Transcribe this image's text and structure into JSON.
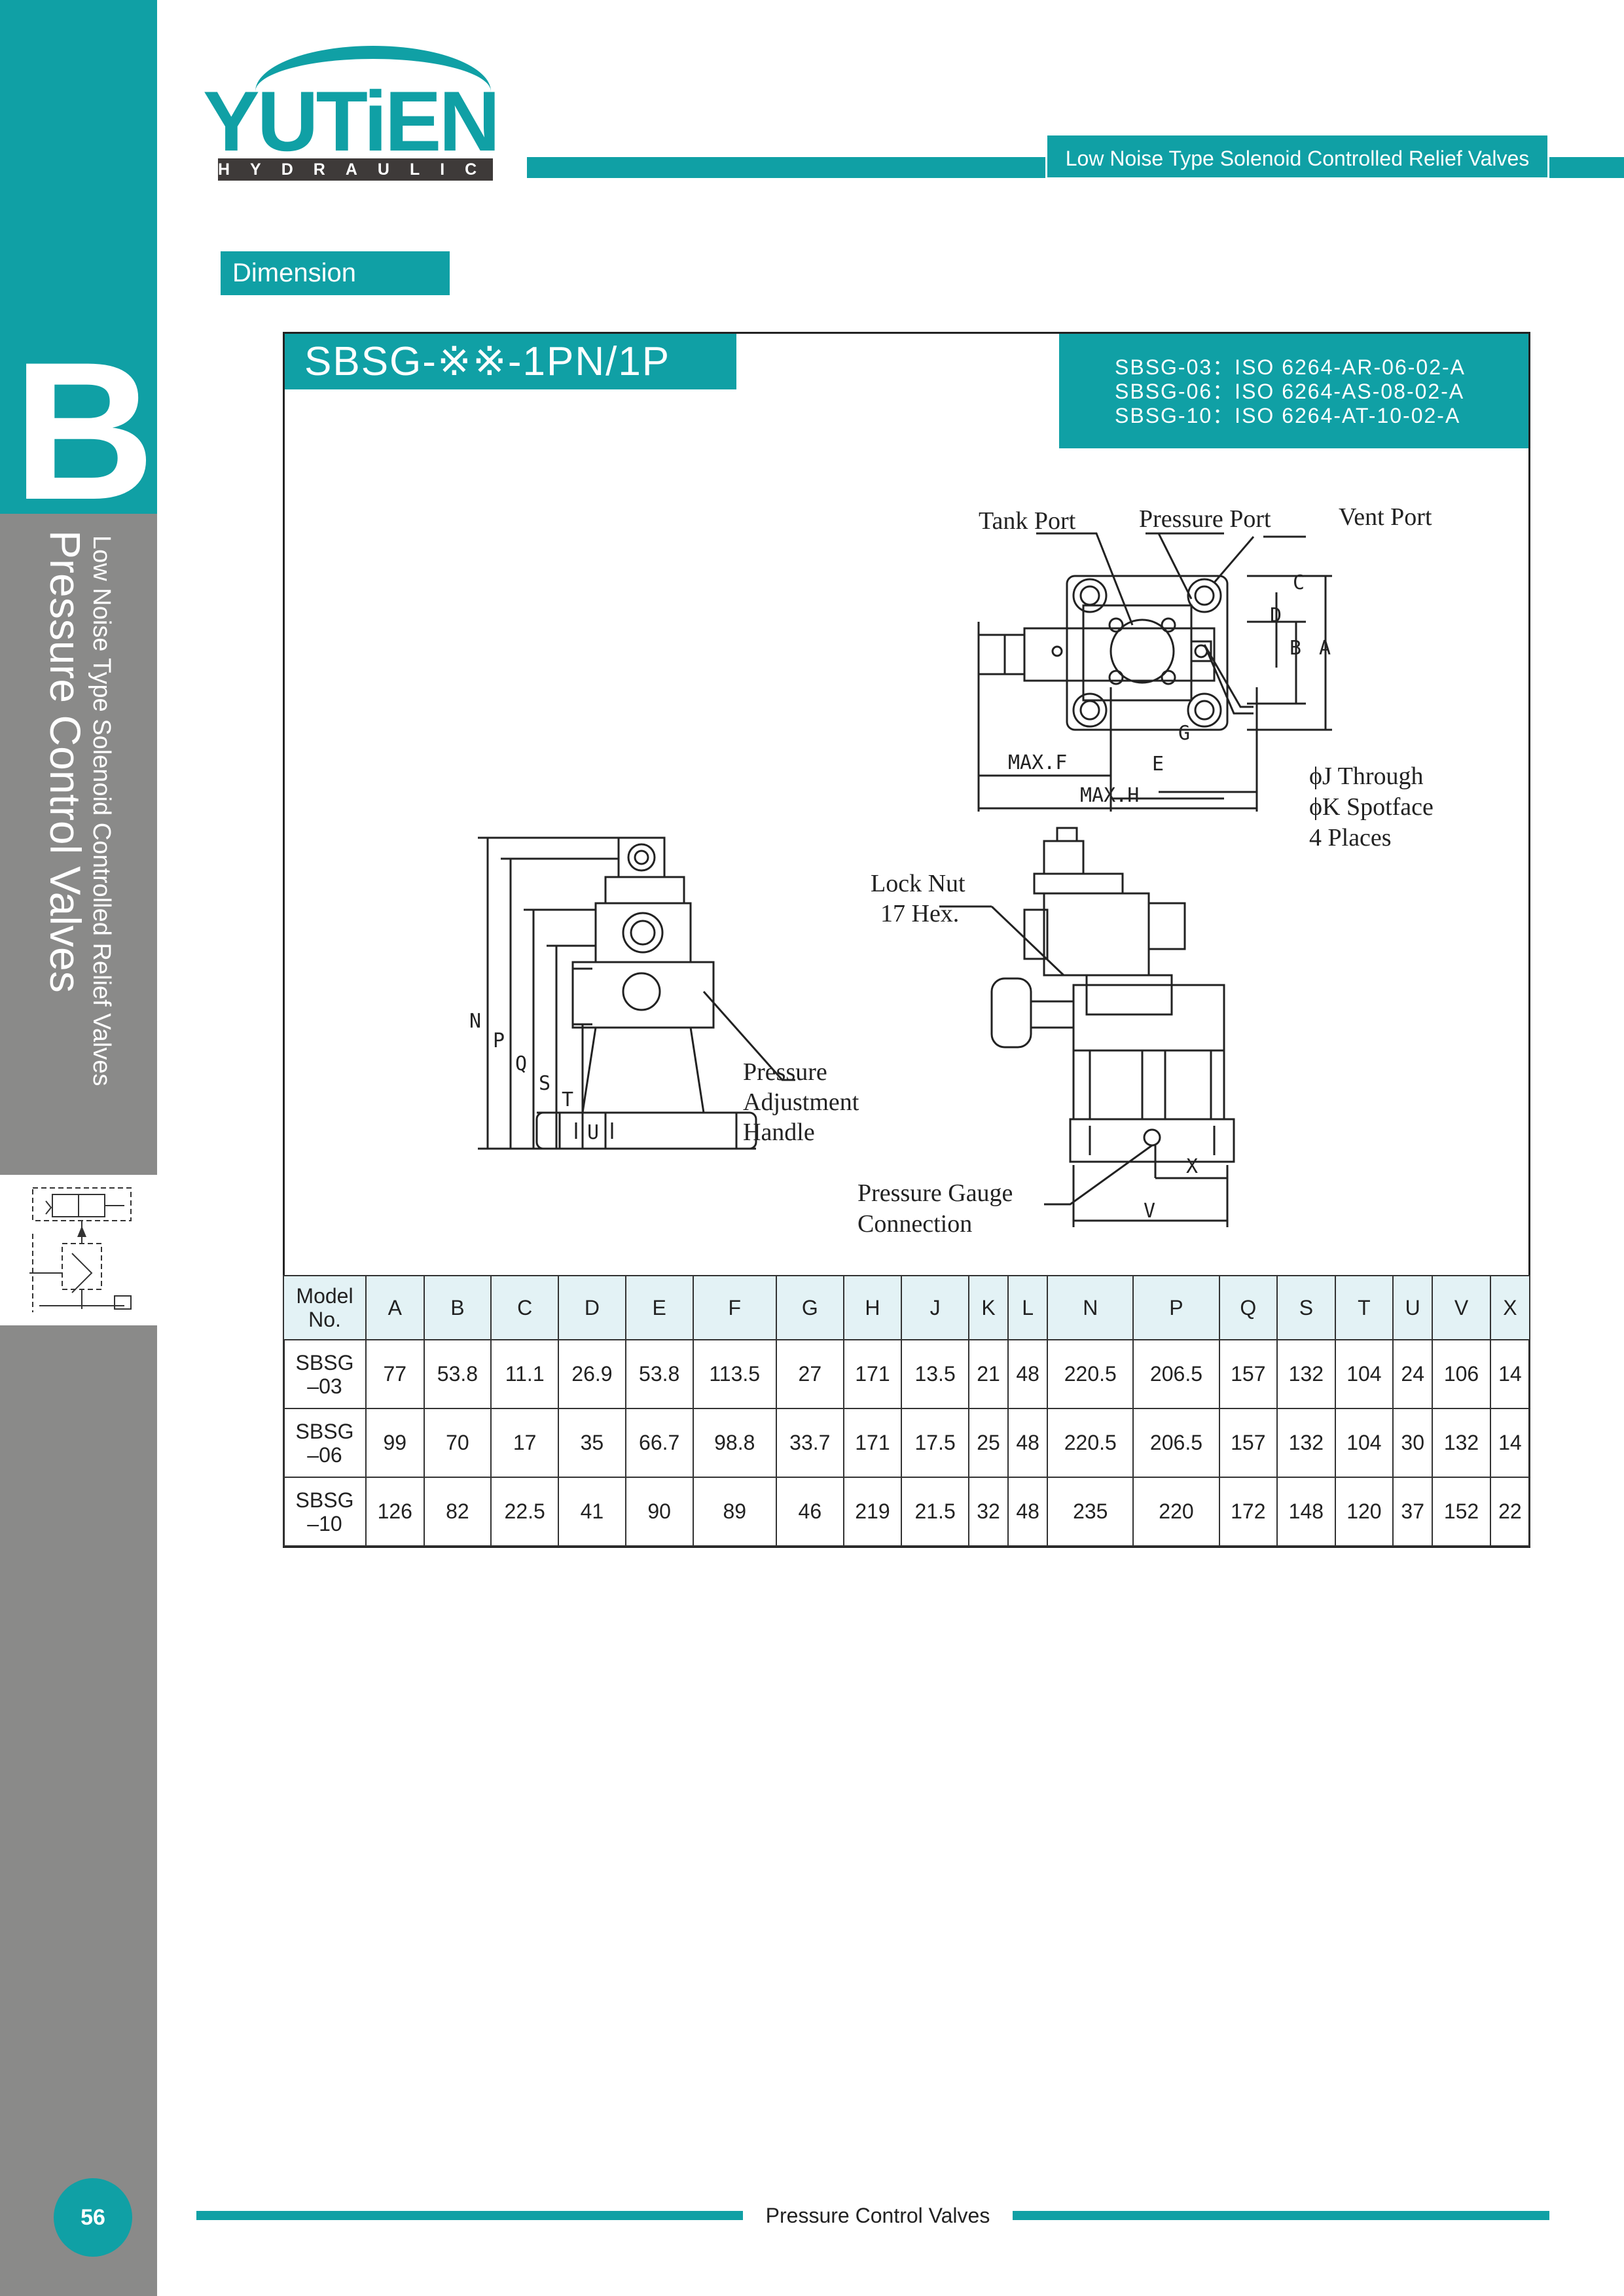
{
  "brand": {
    "name": "YUTiEN",
    "tagline": "HYDRAULIC"
  },
  "header": {
    "series": "Low Noise Type Solenoid Controlled Relief Valves"
  },
  "sidebar": {
    "letter": "B",
    "title": "Pressure Control Valves",
    "subtitle": "Low Noise Type Solenoid Controlled Relief Valves"
  },
  "section": {
    "label": "Dimension"
  },
  "model": {
    "title": "SBSG-※※-1PN/1P",
    "iso": [
      "SBSG-03：ISO 6264-AR-06-02-A",
      "SBSG-06：ISO 6264-AS-08-02-A",
      "SBSG-10：ISO 6264-AT-10-02-A"
    ]
  },
  "drawing": {
    "callouts": {
      "tank_port": "Tank Port",
      "pressure_port": "Pressure Port",
      "vent_port": "Vent Port",
      "through": "ϕJ Through",
      "spotface": "ϕK Spotface",
      "places": "4 Places",
      "lock_nut_1": "Lock Nut",
      "lock_nut_2": "17 Hex.",
      "handle_1": "Pressure",
      "handle_2": "Adjustment",
      "handle_3": "Handle",
      "gauge_1": "Pressure Gauge",
      "gauge_2": "Connection"
    },
    "dims": {
      "max_f": "MAX.F",
      "e": "E",
      "max_h": "MAX.H",
      "g": "G",
      "a": "A",
      "b": "B",
      "c": "C",
      "d": "D",
      "n": "N",
      "p": "P",
      "q": "Q",
      "s": "S",
      "t": "T",
      "u": "U",
      "v": "V",
      "x": "X"
    }
  },
  "table": {
    "header_1": "Model",
    "header_2": "No.",
    "columns": [
      "A",
      "B",
      "C",
      "D",
      "E",
      "F",
      "G",
      "H",
      "J",
      "K",
      "L",
      "N",
      "P",
      "Q",
      "S",
      "T",
      "U",
      "V",
      "X"
    ],
    "rows": [
      {
        "model_1": "SBSG",
        "model_2": "–03",
        "values": [
          "77",
          "53.8",
          "11.1",
          "26.9",
          "53.8",
          "113.5",
          "27",
          "171",
          "13.5",
          "21",
          "48",
          "220.5",
          "206.5",
          "157",
          "132",
          "104",
          "24",
          "106",
          "14"
        ]
      },
      {
        "model_1": "SBSG",
        "model_2": "–06",
        "values": [
          "99",
          "70",
          "17",
          "35",
          "66.7",
          "98.8",
          "33.7",
          "171",
          "17.5",
          "25",
          "48",
          "220.5",
          "206.5",
          "157",
          "132",
          "104",
          "30",
          "132",
          "14"
        ]
      },
      {
        "model_1": "SBSG",
        "model_2": "–10",
        "values": [
          "126",
          "82",
          "22.5",
          "41",
          "90",
          "89",
          "46",
          "219",
          "21.5",
          "32",
          "48",
          "235",
          "220",
          "172",
          "148",
          "120",
          "37",
          "152",
          "22"
        ]
      }
    ]
  },
  "footer": {
    "page": "56",
    "section": "Pressure Control Valves"
  }
}
